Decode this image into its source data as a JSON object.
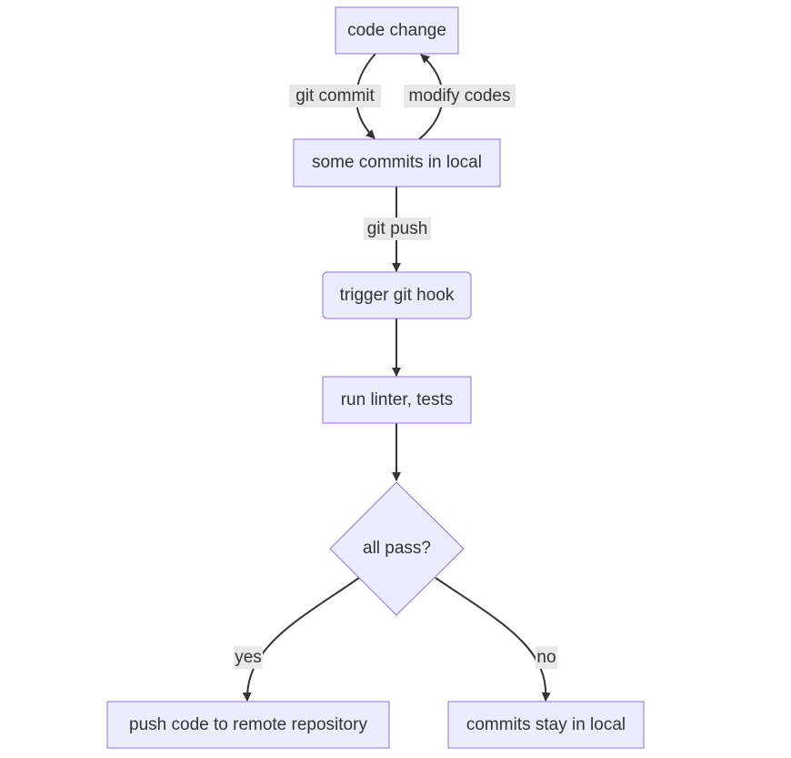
{
  "diagram": {
    "nodes": {
      "code_change": "code change",
      "local_commits": "some commits in local",
      "git_hook": "trigger git hook",
      "run_tests": "run linter, tests",
      "all_pass": "all pass?",
      "push_remote": "push code to remote repository",
      "stay_local": "commits stay in local"
    },
    "edges": {
      "git_commit": "git commit",
      "modify_codes": "modify codes",
      "git_push": "git push",
      "yes": "yes",
      "no": "no"
    }
  },
  "colors": {
    "node_fill": "#ececff",
    "node_stroke": "#9370db",
    "edge": "#333333",
    "label_bg": "#e8e8e8"
  }
}
